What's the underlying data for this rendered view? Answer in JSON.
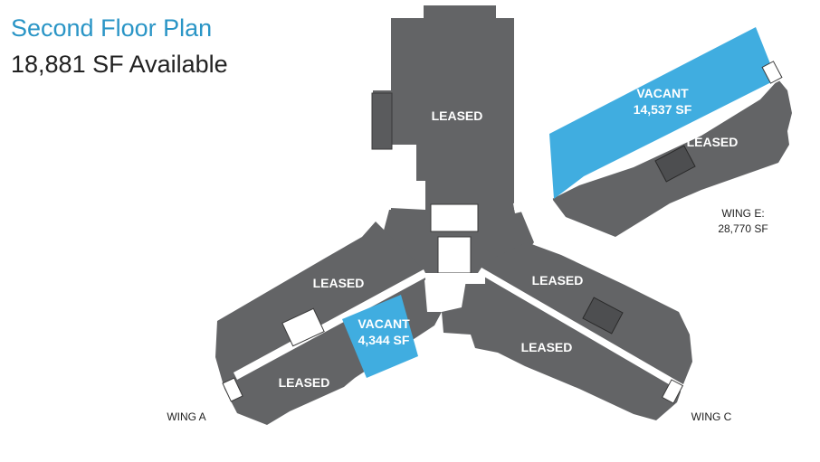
{
  "header": {
    "title": "Second Floor Plan",
    "subtitle": "18,881 SF Available"
  },
  "colors": {
    "leased": "#636466",
    "vacant": "#40ade0",
    "title": "#2a95c6",
    "core": "#ffffff",
    "detail": "#3a3a3a"
  },
  "spaces": {
    "north_leased": "LEASED",
    "wing_e_vacant": "VACANT",
    "wing_e_vacant_area": "14,537 SF",
    "wing_e_leased": "LEASED",
    "wing_a_upper": "LEASED",
    "wing_a_vacant": "VACANT",
    "wing_a_vacant_area": "4,344 SF",
    "wing_a_lower": "LEASED",
    "wing_c_upper": "LEASED",
    "wing_c_lower": "LEASED"
  },
  "wings": {
    "wing_e_name": "WING E:",
    "wing_e_area": "28,770 SF",
    "wing_a": "WING A",
    "wing_c": "WING C"
  }
}
